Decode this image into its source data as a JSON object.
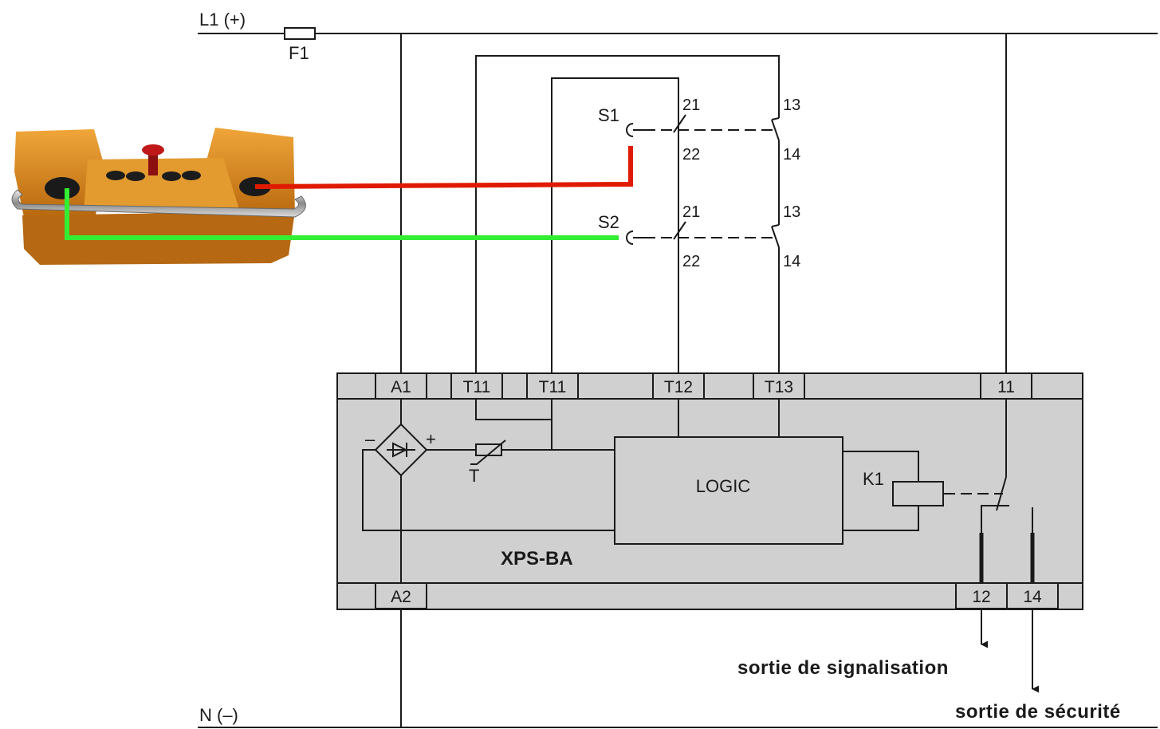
{
  "supply": {
    "positive_label": "L1 (+)",
    "negative_label": "N (–)",
    "fuse_label": "F1"
  },
  "switches": [
    {
      "name": "S1",
      "nc_top": "21",
      "nc_bottom": "22",
      "no_top": "13",
      "no_bottom": "14"
    },
    {
      "name": "S2",
      "nc_top": "21",
      "nc_bottom": "22",
      "no_top": "13",
      "no_bottom": "14"
    }
  ],
  "module": {
    "name": "XPS-BA",
    "logic_label": "LOGIC",
    "relay_label": "K1",
    "thermistor_label": "T",
    "rectifier_minus": "–",
    "rectifier_plus": "+",
    "top_terminals": [
      "A1",
      "T11",
      "T11",
      "T12",
      "T13",
      "11"
    ],
    "bottom_terminals": [
      "A2",
      "12",
      "14"
    ]
  },
  "outputs": {
    "signal_label": "sortie de signalisation",
    "safety_label": "sortie de sécurité"
  },
  "wire_colors": {
    "s1_wire": "#e01a00",
    "s2_wire": "#33ee33",
    "pedal_body": "#d98a1a"
  }
}
